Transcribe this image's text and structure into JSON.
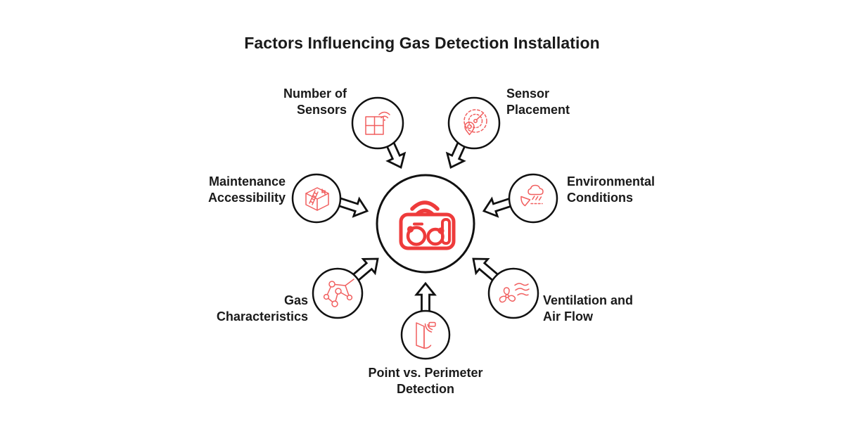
{
  "title": "Factors Influencing Gas Detection Installation",
  "colors": {
    "accent_red": "#ee3b3b",
    "accent_red_light": "#f15f5f",
    "ink": "#111111",
    "text": "#1a1a1a",
    "background": "#ffffff"
  },
  "hub": {
    "icon": "gas-detector-icon",
    "description": "central gas detector with wireless signal"
  },
  "factors": [
    {
      "id": "number-of-sensors",
      "label_line1": "Number of",
      "label_line2": "Sensors",
      "icon": "sensor-grid-icon"
    },
    {
      "id": "sensor-placement",
      "label_line1": "Sensor",
      "label_line2": "Placement",
      "icon": "radar-location-icon"
    },
    {
      "id": "maintenance-accessibility",
      "label_line1": "Maintenance",
      "label_line2": "Accessibility",
      "icon": "ladder-room-icon"
    },
    {
      "id": "environmental-conditions",
      "label_line1": "Environmental",
      "label_line2": "Conditions",
      "icon": "steam-cloud-icon"
    },
    {
      "id": "gas-characteristics",
      "label_line1": "Gas",
      "label_line2": "Characteristics",
      "icon": "molecule-icon"
    },
    {
      "id": "ventilation-air-flow",
      "label_line1": "Ventilation and",
      "label_line2": "Air Flow",
      "icon": "fan-airflow-icon"
    },
    {
      "id": "point-vs-perimeter",
      "label_line1": "Point vs. Perimeter",
      "label_line2": "Detection",
      "icon": "door-sensor-icon"
    }
  ]
}
